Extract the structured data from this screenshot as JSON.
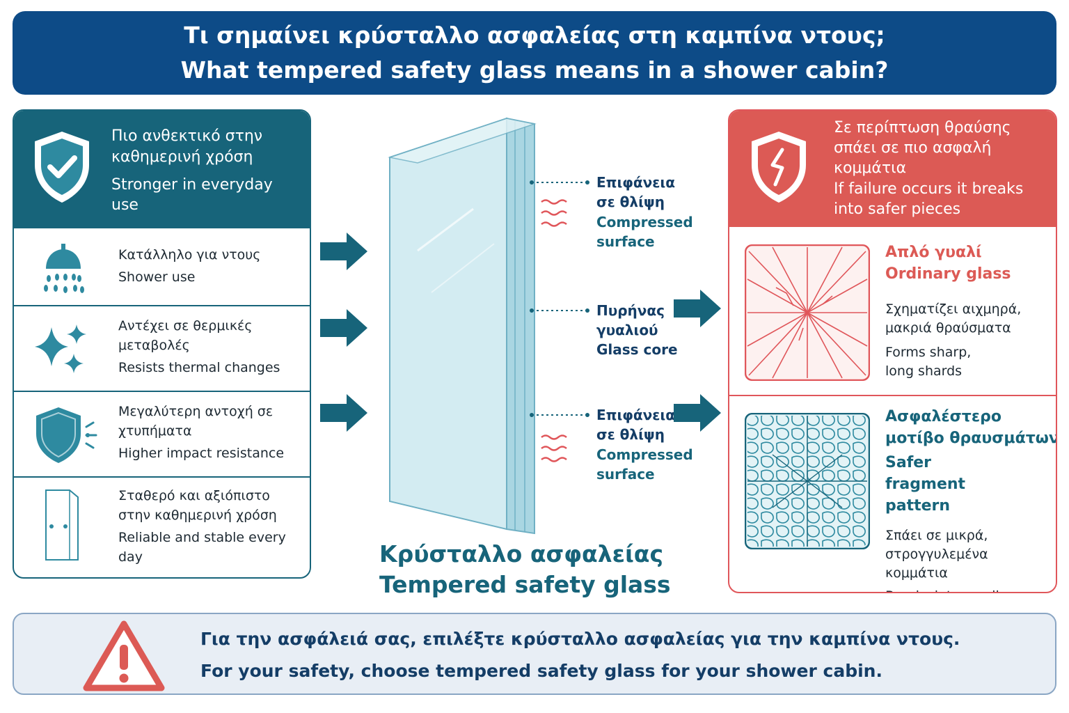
{
  "header": {
    "title_gr": "Τι σημαίνει κρύσταλλο ασφαλείας στη καμπίνα ντους;",
    "title_en": "What tempered safety glass means in a shower cabin?"
  },
  "left": {
    "heading_gr": "Πιο ανθεκτικό στην καθημερινή χρόση",
    "heading_en": "Stronger in everyday use",
    "items": [
      {
        "gr": "Κατάλληλο για ντους",
        "en": "Shower use",
        "icon": "shower-icon"
      },
      {
        "gr": "Αντέχει σε θερμικές μεταβολές",
        "en": "Resists thermal changes",
        "icon": "sparkle-icon"
      },
      {
        "gr": "Μεγαλύτερη αντοχή σε χτυπήματα",
        "en": "Higher impact resistance",
        "icon": "shield-impact-icon"
      },
      {
        "gr": "Σταθερό και αξιόπιστο στην καθημερινή χρόση",
        "en": "Reliable and stable every day",
        "icon": "door-icon"
      }
    ]
  },
  "glass": {
    "caption_gr": "Κρύσταλλο ασφαλείας",
    "caption_en": "Tempered safety glass",
    "callouts": [
      {
        "gr": "Επιφάνεια σε θλίψη",
        "en": "Compressed surface"
      },
      {
        "gr": "Πυρήνας γυαλιού",
        "en": "Glass core"
      },
      {
        "gr": "Επιφάνεια σε θλίψη",
        "en": "Compressed surface"
      }
    ]
  },
  "right": {
    "heading_gr": "Σε περίπτωση θραύσης σπάει σε πιο ασφαλή κομμάτια",
    "heading_en": "If failure occurs it breaks into safer pieces",
    "ordinary": {
      "title_gr": "Απλό γυαλί",
      "title_en": "Ordinary glass",
      "body_gr": "Σχηματίζει αιχμηρά, μακριά θραύσματα",
      "body_en": "Forms sharp, long shards"
    },
    "tempered": {
      "title_gr": "Ασφαλέστερο μοτίβο θραυσμάτων",
      "title_en": "Safer fragment pattern",
      "body_gr": "Σπάει σε μικρά, στρογγυλεμένα κομμάτια",
      "body_en": "Breaks into small, rounded pieces"
    }
  },
  "banner": {
    "line_gr": "Για την ασφάλειά σας, επιλέξτε κρύσταλλο ασφαλείας για την καμπίνα ντους.",
    "line_en": "For your safety, choose tempered safety glass for your shower cabin."
  },
  "colors": {
    "navy": "#0d4b87",
    "teal": "#17647a",
    "red": "#dc5a55",
    "glass": "#bfe3ec"
  }
}
